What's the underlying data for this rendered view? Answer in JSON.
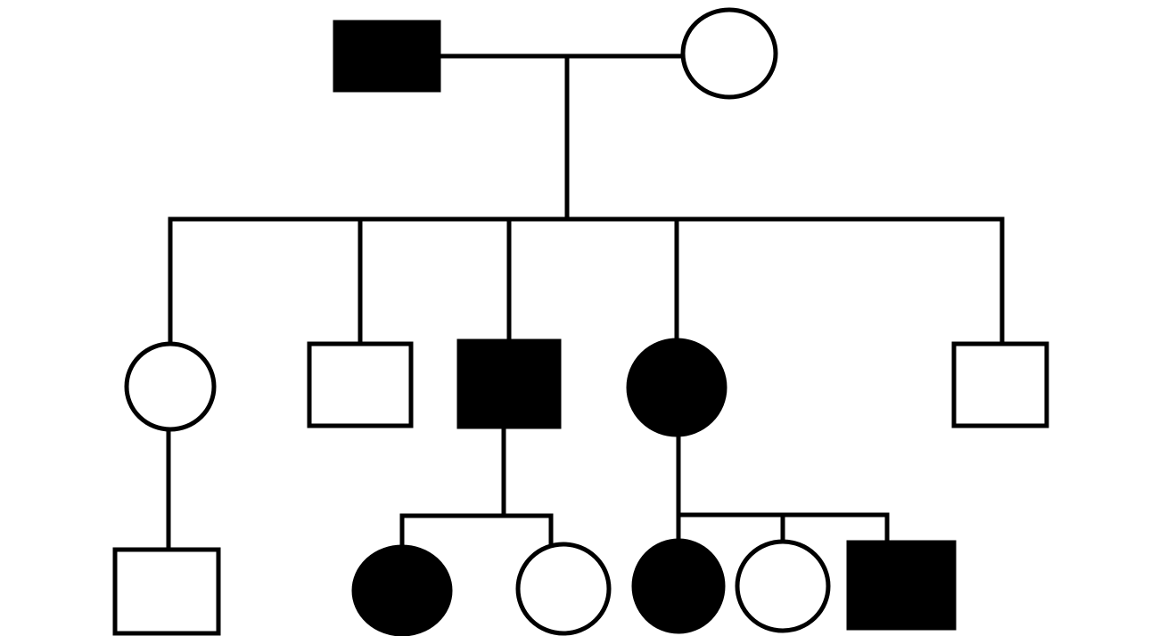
{
  "diagram": {
    "type": "pedigree",
    "colors": {
      "affected": "#000000",
      "unaffected": "#ffffff",
      "line": "#000000"
    },
    "generations": [
      {
        "level": 1,
        "members": [
          {
            "id": "g1-father",
            "sex": "male",
            "affected": true
          },
          {
            "id": "g1-mother",
            "sex": "female",
            "affected": false
          }
        ]
      },
      {
        "level": 2,
        "members": [
          {
            "id": "g2-daughter-1",
            "sex": "female",
            "affected": false
          },
          {
            "id": "g2-son-1",
            "sex": "male",
            "affected": false
          },
          {
            "id": "g2-son-2",
            "sex": "male",
            "affected": true
          },
          {
            "id": "g2-daughter-2",
            "sex": "female",
            "affected": true
          },
          {
            "id": "g2-son-3",
            "sex": "male",
            "affected": false
          }
        ]
      },
      {
        "level": 3,
        "members": [
          {
            "id": "g3-son-of-daughter-1",
            "sex": "male",
            "affected": false,
            "parent": "g2-daughter-1"
          },
          {
            "id": "g3-daughter-of-son-2-a",
            "sex": "female",
            "affected": true,
            "parent": "g2-son-2"
          },
          {
            "id": "g3-daughter-of-son-2-b",
            "sex": "female",
            "affected": false,
            "parent": "g2-son-2"
          },
          {
            "id": "g3-daughter-of-daughter-2-a",
            "sex": "female",
            "affected": true,
            "parent": "g2-daughter-2"
          },
          {
            "id": "g3-daughter-of-daughter-2-b",
            "sex": "female",
            "affected": false,
            "parent": "g2-daughter-2"
          },
          {
            "id": "g3-son-of-daughter-2",
            "sex": "male",
            "affected": true,
            "parent": "g2-daughter-2"
          }
        ]
      }
    ],
    "relationships": [
      {
        "type": "couple",
        "members": [
          "g1-father",
          "g1-mother"
        ]
      },
      {
        "type": "children",
        "parents": [
          "g1-father",
          "g1-mother"
        ],
        "children": [
          "g2-daughter-1",
          "g2-son-1",
          "g2-son-2",
          "g2-daughter-2",
          "g2-son-3"
        ]
      },
      {
        "type": "children",
        "parents": [
          "g2-daughter-1"
        ],
        "children": [
          "g3-son-of-daughter-1"
        ]
      },
      {
        "type": "children",
        "parents": [
          "g2-son-2"
        ],
        "children": [
          "g3-daughter-of-son-2-a",
          "g3-daughter-of-son-2-b"
        ]
      },
      {
        "type": "children",
        "parents": [
          "g2-daughter-2"
        ],
        "children": [
          "g3-daughter-of-daughter-2-a",
          "g3-daughter-of-daughter-2-b",
          "g3-son-of-daughter-2"
        ]
      }
    ]
  }
}
